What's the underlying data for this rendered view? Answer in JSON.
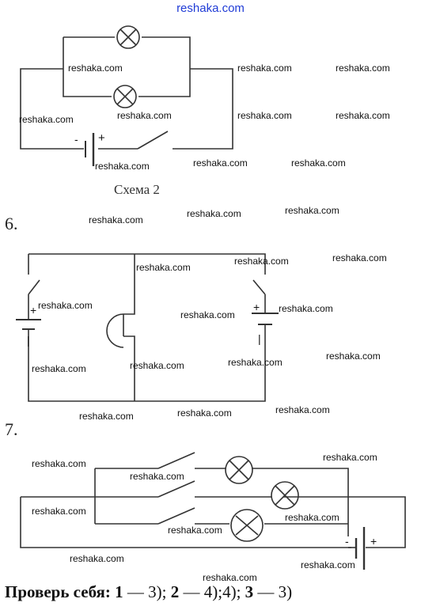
{
  "site_header": "reshaka.com",
  "watermark": "reshaka.com",
  "scheme_caption": "Схема 2",
  "problem_numbers": [
    "6.",
    "7."
  ],
  "battery_plus": "+",
  "battery_minus": "-",
  "battery_long_plate": "|",
  "answer": {
    "label": "Проверь себя:",
    "n1": "1",
    "a1": " — 3); ",
    "n2": "2",
    "a2": " — 4);4); ",
    "n3": "3",
    "a3": " — 3)"
  }
}
